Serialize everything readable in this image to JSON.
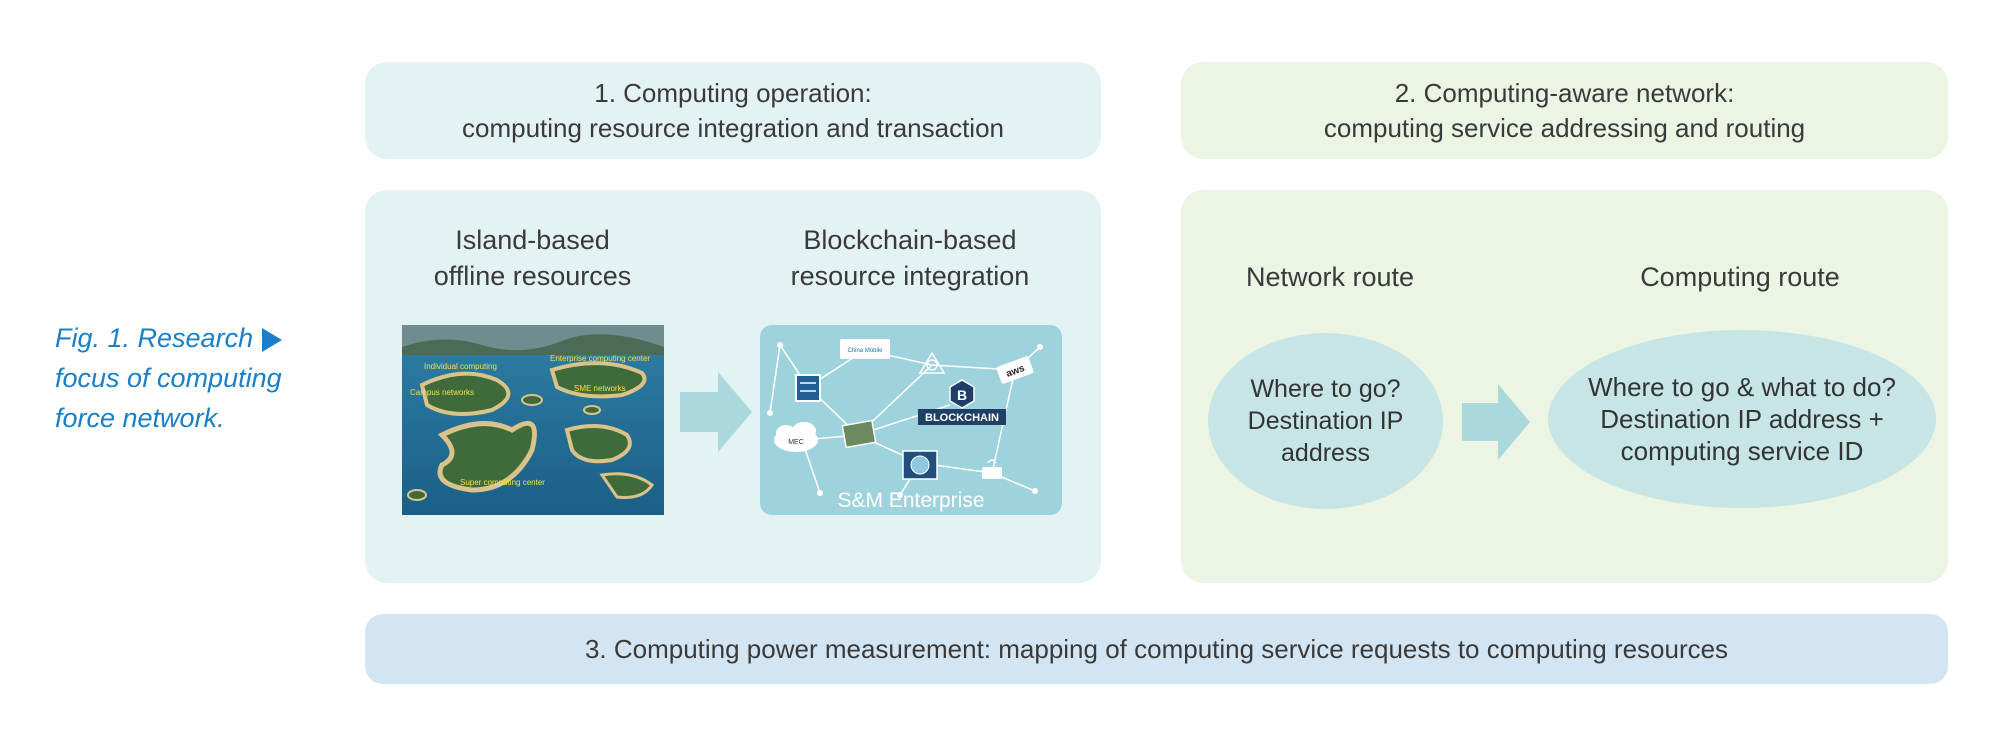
{
  "caption": {
    "lines": [
      "Fig. 1. Research",
      "focus of computing",
      "force network."
    ]
  },
  "panel1": {
    "header": [
      "1. Computing operation:",
      "computing resource integration and transaction"
    ],
    "left_label": [
      "Island-based",
      "offline resources"
    ],
    "right_label": [
      "Blockchain-based",
      "resource integration"
    ],
    "lake_labels": {
      "a": "Individual computing",
      "b": "Enterprise computing center",
      "c": "Campus networks",
      "d": "SME networks",
      "e": "Super computing center"
    },
    "chain_labels": {
      "cmcc": "China Mobile",
      "aws": "aws",
      "mec": "MEC",
      "blockchain": "BLOCKCHAIN",
      "enterprise": "S&M Enterprise"
    }
  },
  "panel2": {
    "header": [
      "2. Computing-aware network:",
      "computing service addressing and routing"
    ],
    "network_route": "Network route",
    "computing_route": "Computing route",
    "left_ellipse": [
      "Where to go?",
      "Destination IP",
      "address"
    ],
    "right_ellipse": [
      "Where to go & what to do?",
      "Destination IP address +",
      "computing service ID"
    ]
  },
  "panel3": {
    "text": "3. Computing power measurement: mapping of computing service requests to computing resources"
  },
  "colors": {
    "caption": "#1a7fc8",
    "teal_panel": "#e3f2f2",
    "green_panel": "#ecf4e3",
    "blue_panel": "#d3e5f3",
    "arrow": "#a9d9dc",
    "ellipse": "#c7e5e5",
    "chain_bg": "#9ed3de"
  }
}
